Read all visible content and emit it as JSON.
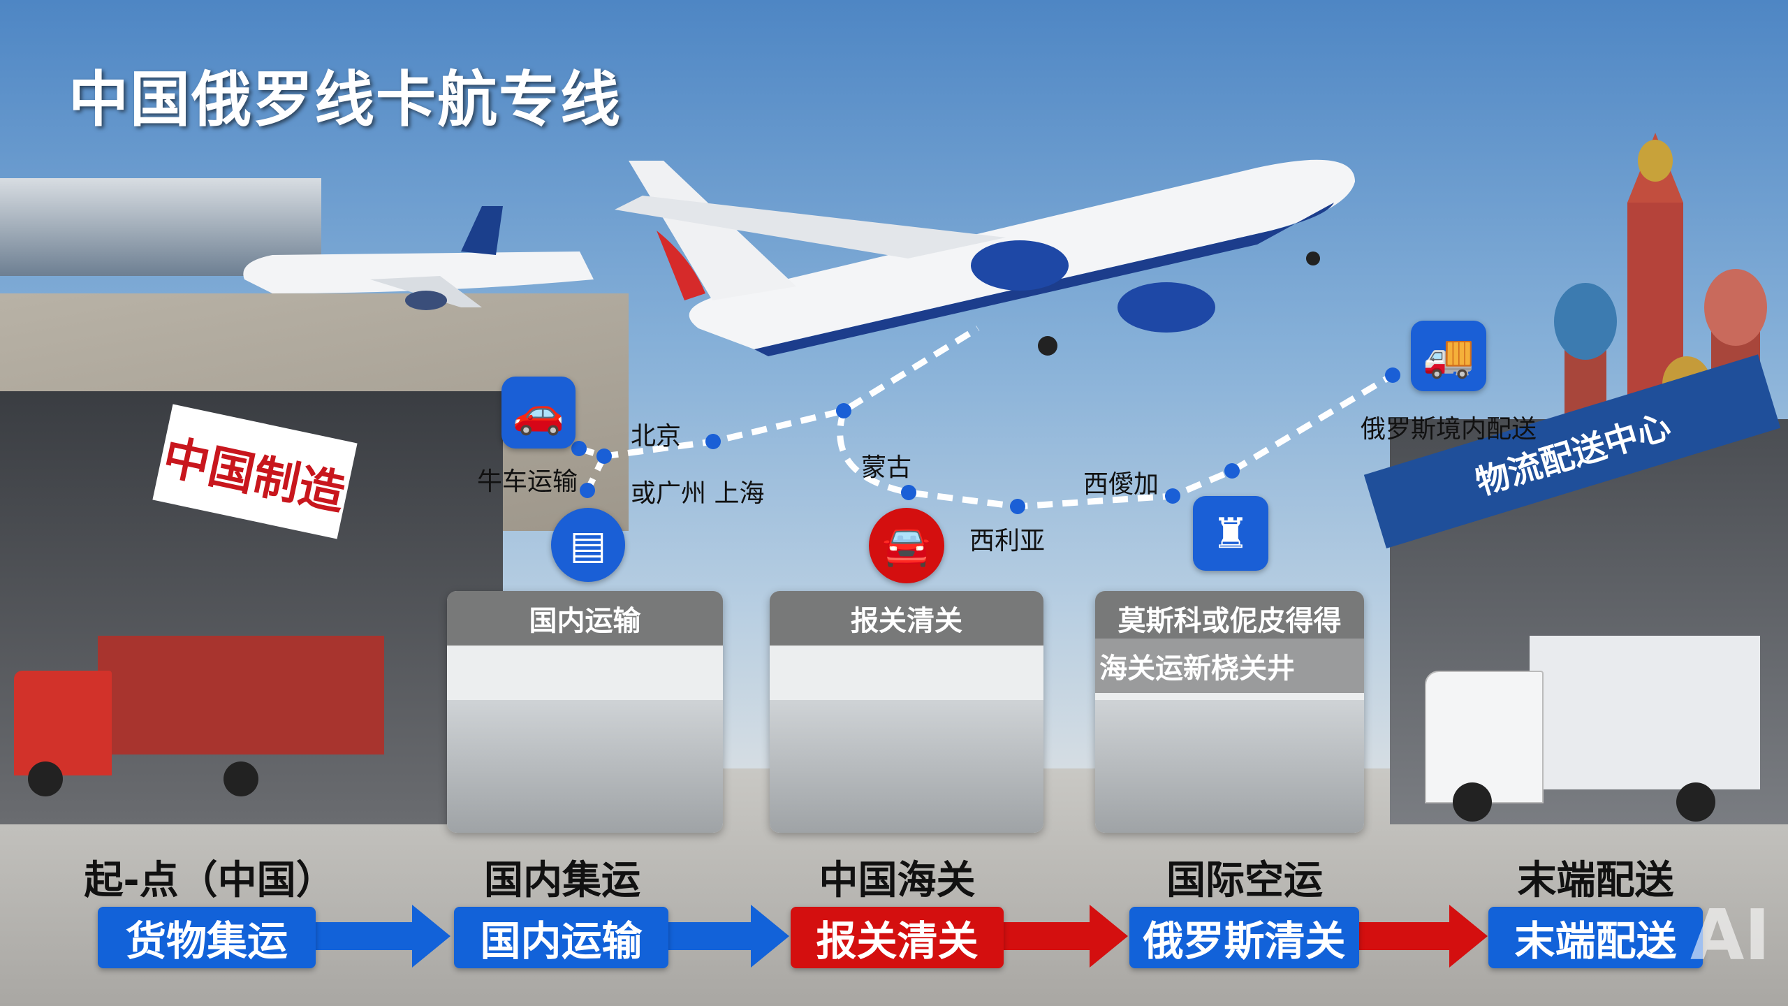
{
  "title": "中国俄罗线卡航专线",
  "signs": {
    "made_in_china": "中国制造",
    "logistics_center": "物流配送中心"
  },
  "route_labels": {
    "beijing": "北京",
    "truck_transport": "牛车运输",
    "guangzhou_shanghai": "或广州 上海",
    "mongolia": "蒙古",
    "siberia": "西利亚",
    "xiai": "西僾加",
    "russia_delivery": "俄罗斯境内配送"
  },
  "icons": {
    "car": "car-icon",
    "domestic": "cargo-scanner-icon",
    "customs": "customs-vehicle-icon",
    "building": "customs-building-icon",
    "truck": "truck-icon"
  },
  "panels": [
    {
      "header": "国内运输"
    },
    {
      "header": "报关清关"
    },
    {
      "header": "莫斯科或伲皮得得",
      "subheader": "海关运新桡关井"
    }
  ],
  "steps": [
    {
      "label": "起-点（中国）",
      "box": "货物集运",
      "color": "#1262d9"
    },
    {
      "label": "国内集运",
      "box": "国内运输",
      "color": "#1262d9"
    },
    {
      "label": "中国海关",
      "box": "报关清关",
      "color": "#d40f0f"
    },
    {
      "label": "国际空运",
      "box": "俄罗斯清关",
      "color": "#1262d9"
    },
    {
      "label": "末端配送",
      "box": "末端配送",
      "color": "#1262d9"
    }
  ],
  "watermark": "AI",
  "colors": {
    "accent_blue": "#1262d9",
    "accent_red": "#d40f0f"
  }
}
